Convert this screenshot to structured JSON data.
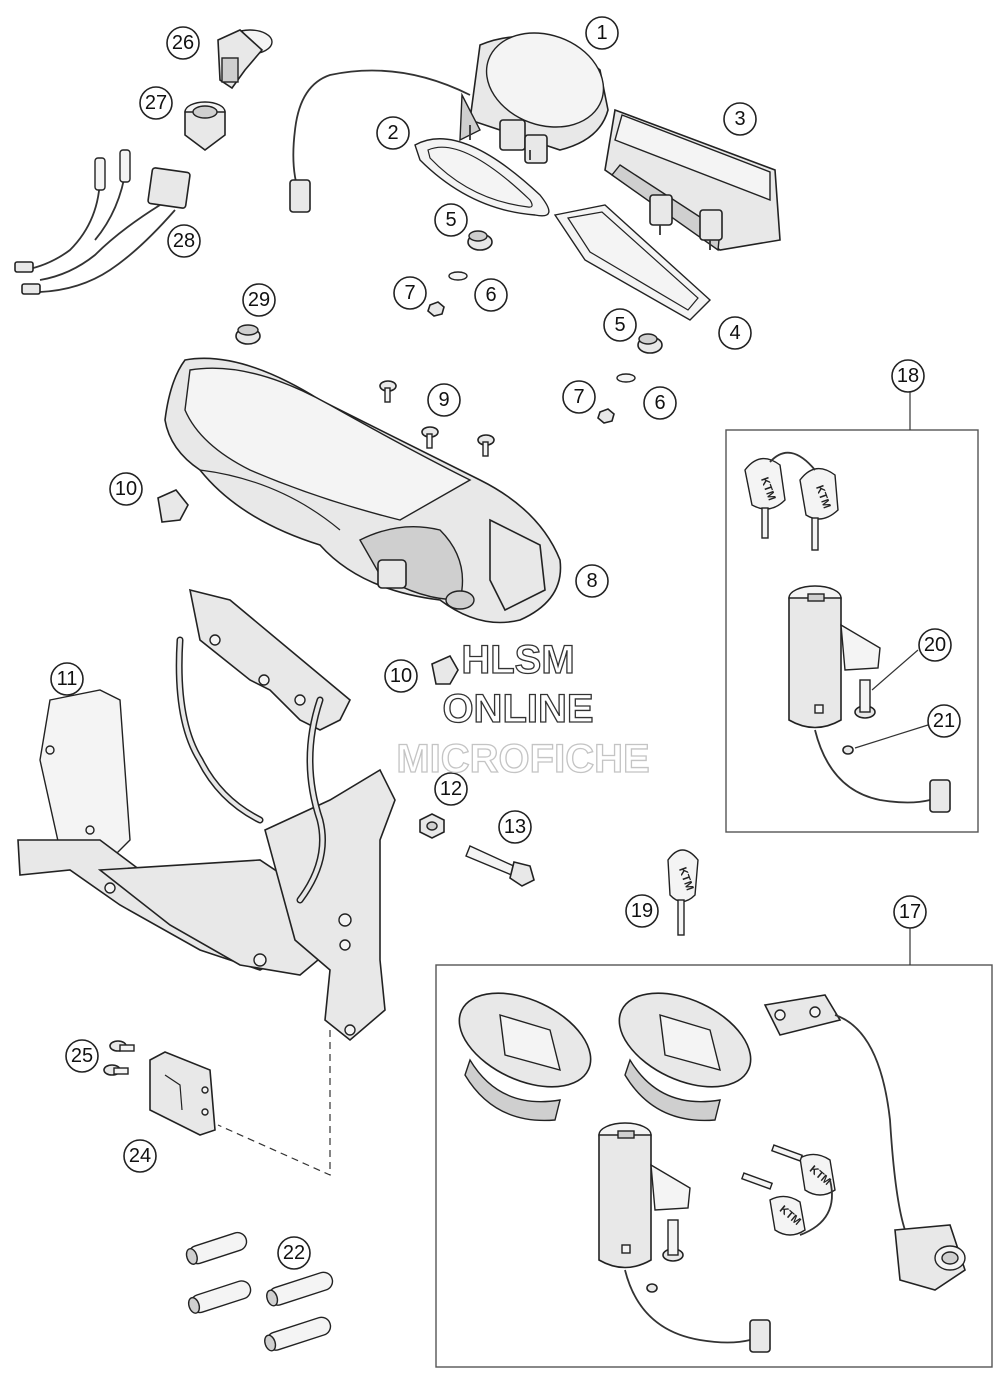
{
  "diagram": {
    "callouts": [
      "1",
      "2",
      "3",
      "4",
      "5",
      "5",
      "6",
      "6",
      "7",
      "7",
      "8",
      "9",
      "10",
      "10",
      "11",
      "12",
      "13",
      "17",
      "18",
      "19",
      "20",
      "21",
      "22",
      "24",
      "25",
      "26",
      "27",
      "28",
      "29"
    ]
  },
  "watermark": {
    "line1": "HLSM",
    "line2": "ONLINE",
    "line3": "MICROFICHE"
  },
  "key_brand": "KTM"
}
